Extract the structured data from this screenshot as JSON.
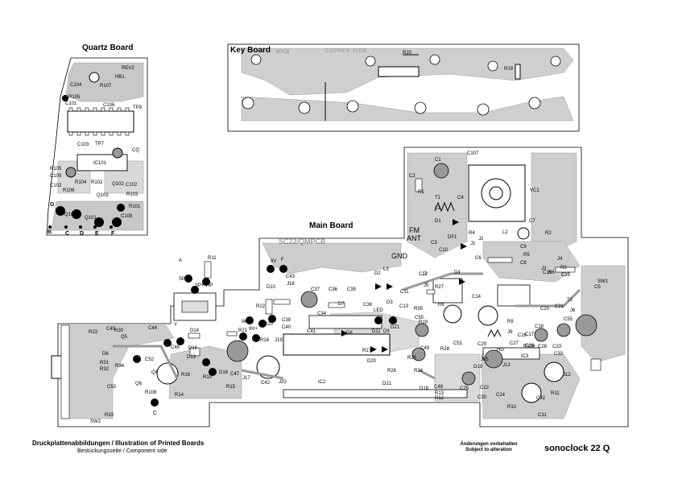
{
  "boards": {
    "quartz": {
      "title": "Quartz Board",
      "labels": [
        "REV2",
        "HB1",
        "C104",
        "R107",
        "R105",
        "C101",
        "C106",
        "TP9",
        "TP7",
        "C103",
        "CQ",
        "R105",
        "C105",
        "R104",
        "R102",
        "IC101",
        "Q102",
        "C102",
        "R106",
        "Q103",
        "R103",
        "R101",
        "G",
        "Q104",
        "Q101",
        "C108",
        "B",
        "C",
        "D",
        "E",
        "F"
      ]
    },
    "key": {
      "title": "Key Board",
      "labels": [
        "KPCB",
        "COPPER SIDE",
        "R20",
        "R19"
      ]
    },
    "main": {
      "title": "Main Board",
      "labels": [
        "FM",
        "ANT",
        "GND",
        "SC22/QMPCB",
        "C107",
        "C1",
        "C2",
        "R1",
        "T1",
        "C4",
        "VC1",
        "L1",
        "C7",
        "D1",
        "R2",
        "L2",
        "DF1",
        "R4",
        "J2",
        "C3",
        "C10",
        "J1",
        "C9",
        "R5",
        "C6",
        "C8",
        "J4",
        "R3",
        "C19",
        "J3",
        "R6",
        "SW1",
        "C5",
        "J5",
        "J7",
        "D4",
        "D2",
        "L3",
        "C12",
        "R27",
        "R8",
        "C14",
        "C11",
        "D3",
        "R35",
        "C13",
        "C15",
        "C20",
        "C21",
        "J6",
        "C55",
        "T2",
        "C18",
        "C50",
        "C29",
        "J9",
        "R9",
        "C16",
        "C17",
        "C28",
        "IC3",
        "C33",
        "C23",
        "J13",
        "J12",
        "R10",
        "C24",
        "C32",
        "C31",
        "C26",
        "C27",
        "R109",
        "J15",
        "R28",
        "C51",
        "HG",
        "R29",
        "C49",
        "R25",
        "D19",
        "C25",
        "C30",
        "R11",
        "C22",
        "R13",
        "D21",
        "R12",
        "D18",
        "C48",
        "R26",
        "R24",
        "R17",
        "D20",
        "D11",
        "D9",
        "DZ1",
        "C38",
        "LED",
        "C37",
        "C36",
        "C35",
        "D7",
        "C34",
        "C39",
        "C40",
        "C41",
        "D8",
        "IC2",
        "J20",
        "C42",
        "C47",
        "D10",
        "J18",
        "C43",
        "9V",
        "F",
        "R22",
        "R21",
        "R20",
        "R21",
        "W",
        "9V+",
        "J19",
        "J17",
        "C46",
        "C44",
        "D14",
        "D15",
        "D16",
        "D13",
        "C52",
        "Q4",
        "R16",
        "R15",
        "R14",
        "R108",
        "C53",
        "R34",
        "R33",
        "SW2",
        "R31",
        "R32",
        "Q5",
        "Q6",
        "R23",
        "C45",
        "R30",
        "R18",
        "R19",
        "C",
        "D6",
        "R11",
        "SP-",
        "SP+",
        "HP",
        "A",
        "Y"
      ]
    }
  },
  "footer": {
    "left_title": "Druckplattenabbildungen / Illustration of Printed Boards",
    "left_sub": "Bestückungsseite / Component side",
    "notice_line1": "Änderungen vorbehalten",
    "notice_line2": "Subject to alteration",
    "model": "sonoclock 22 Q"
  }
}
